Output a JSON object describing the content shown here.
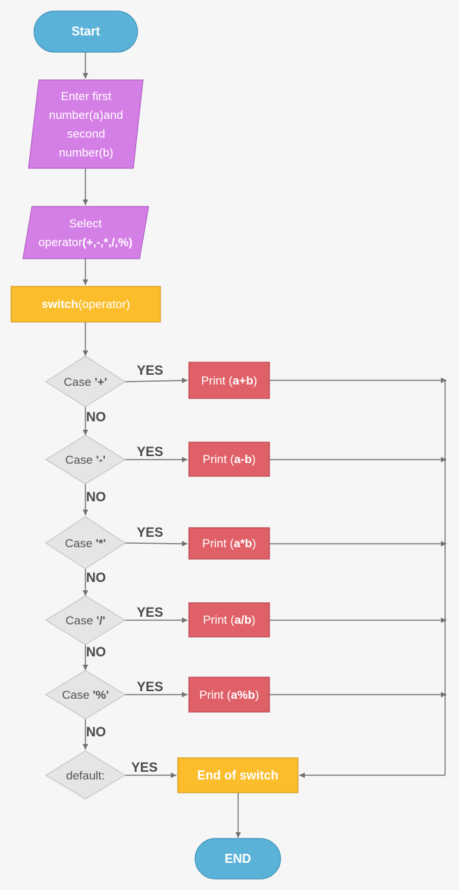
{
  "start": "Start",
  "input": {
    "line1": "Enter first",
    "line2": "number(a)and",
    "line3": "second",
    "line4": "number(b)"
  },
  "select": {
    "line1": "Select",
    "prefix": "operator",
    "ops": "(+,-,*,/,%)"
  },
  "switch_box": {
    "keyword": "switch",
    "arg": "(operator)"
  },
  "cases": [
    {
      "label": "Case ",
      "value": "'+'",
      "print_prefix": "Print (",
      "expr": "a+b",
      "print_suffix": ")"
    },
    {
      "label": "Case ",
      "value": "'-'",
      "print_prefix": "Print (",
      "expr": "a-b",
      "print_suffix": ")"
    },
    {
      "label": "Case ",
      "value": "'*'",
      "print_prefix": "Print (",
      "expr": "a*b",
      "print_suffix": ")"
    },
    {
      "label": "Case ",
      "value": "'/'",
      "print_prefix": "Print (",
      "expr": "a/b",
      "print_suffix": ")"
    },
    {
      "label": "Case ",
      "value": "'%'",
      "print_prefix": "Print (",
      "expr": "a%b",
      "print_suffix": ")"
    }
  ],
  "default_label": "default:",
  "yes": "YES",
  "no": "NO",
  "end_switch": "End of switch",
  "end": "END",
  "colors": {
    "terminal": "#5bb2d8",
    "io": "#d47fe6",
    "process": "#fbbd2c",
    "print": "#e06068",
    "decision": "#e6e4e6",
    "line": "#737373"
  }
}
